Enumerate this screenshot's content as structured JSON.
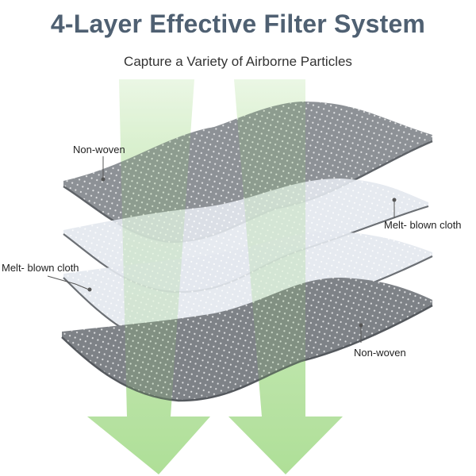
{
  "header": {
    "title": "4-Layer Effective Filter System",
    "subtitle": "Capture a Variety of Airborne Particles"
  },
  "layers": [
    {
      "name": "Non-woven",
      "fill": "#8d9196"
    },
    {
      "name": "Melt- blown cloth",
      "fill": "#e3e8ee"
    },
    {
      "name": "Melt- blown cloth",
      "fill": "#e3e8ee"
    },
    {
      "name": "Non-woven",
      "fill": "#7e8287"
    }
  ],
  "colors": {
    "title": "#4f6072",
    "arrow": "#8ed26e",
    "dots": "#ffffff",
    "leader_line": "#555555"
  }
}
